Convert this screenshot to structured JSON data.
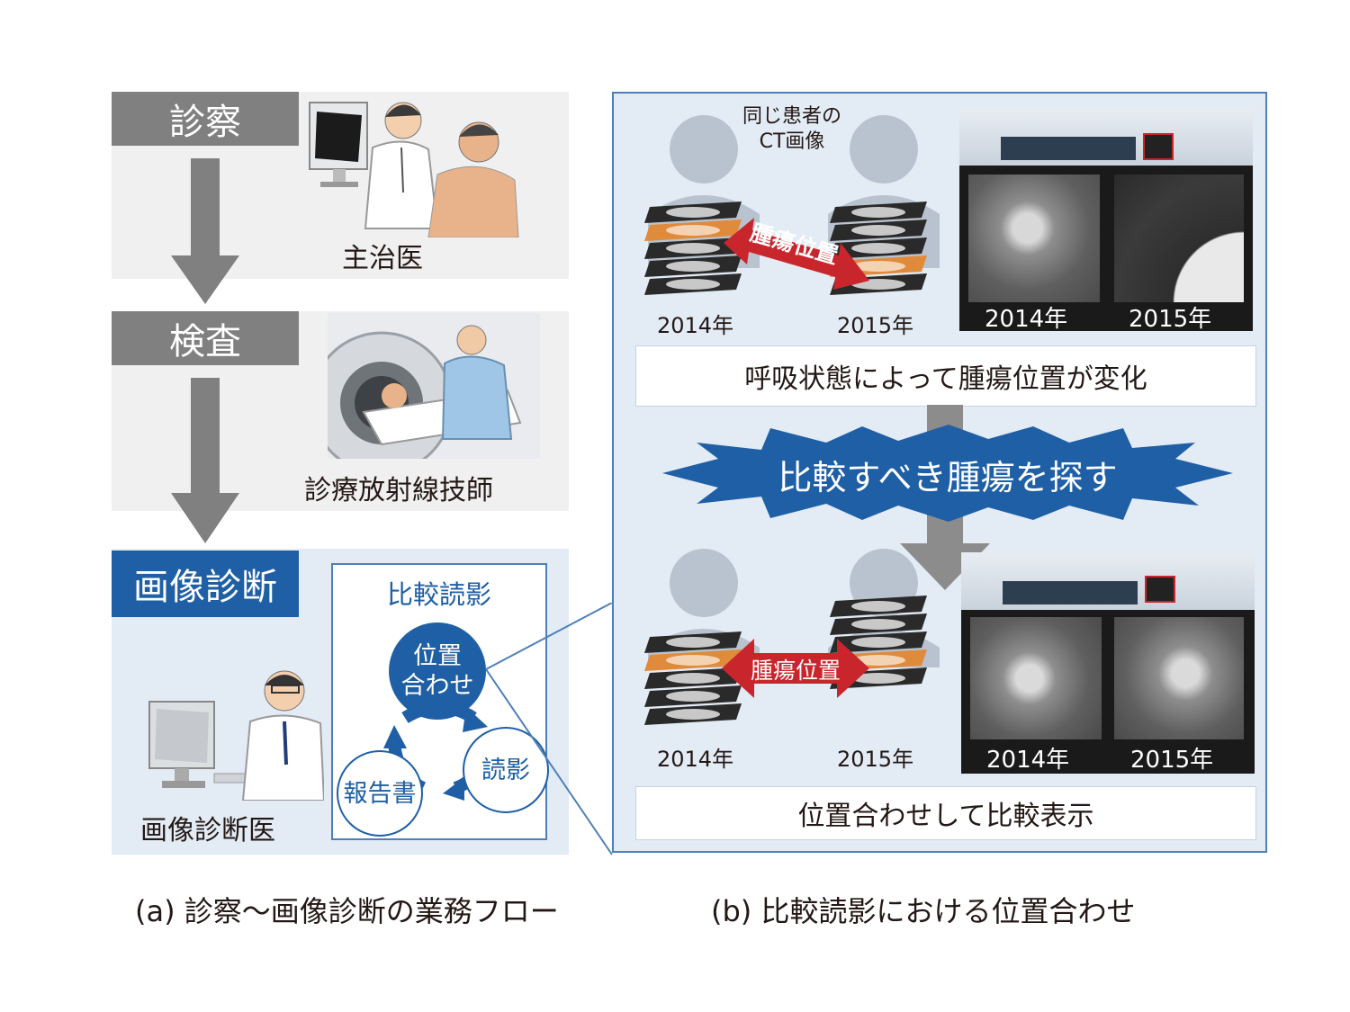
{
  "flow": {
    "step1": {
      "label": "診察",
      "role": "主治医"
    },
    "step2": {
      "label": "検査",
      "role": "診療放射線技師"
    },
    "step3": {
      "label": "画像診断",
      "role": "画像診断医"
    },
    "cycle": {
      "title": "比較読影",
      "align": "位置\n合わせ",
      "read": "読影",
      "report": "報告書"
    }
  },
  "compare": {
    "top_note": "同じ患者の\nCT画像",
    "year_a": "2014年",
    "year_b": "2015年",
    "tumor_label": "腫瘍位置",
    "msg_top": "呼吸状態によって腫瘍位置が変化",
    "burst": "比較すべき腫瘍を探す",
    "msg_bottom": "位置合わせして比較表示"
  },
  "captions": {
    "a": "(a) 診察〜画像診断の業務フロー",
    "b": "(b) 比較読影における位置合わせ"
  },
  "colors": {
    "gray": "#808080",
    "blue": "#1f5fa5",
    "red": "#c8262c",
    "orange": "#e08a3c"
  }
}
